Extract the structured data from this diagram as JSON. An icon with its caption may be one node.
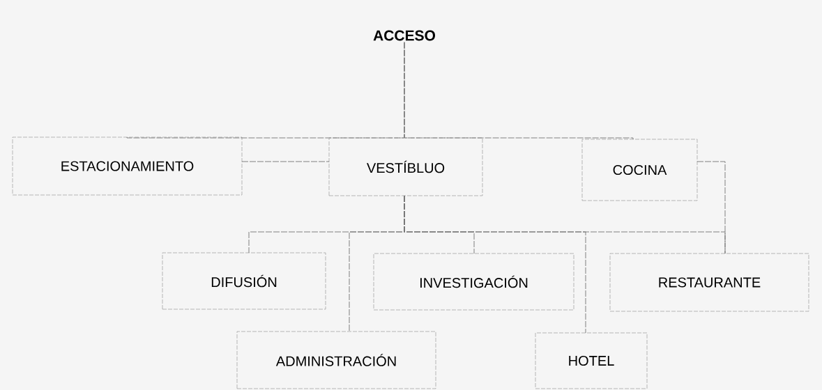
{
  "diagram": {
    "nodes": [
      {
        "text": [
          "ACCESO"
        ]
      },
      {
        "text": [
          "ESTACIONAMIENTO"
        ]
      },
      {
        "text": [
          "VESTÍBLUO"
        ]
      },
      {
        "text": [
          "COCINA"
        ]
      },
      {
        "text": [
          "DIFUSIÓN"
        ]
      },
      {
        "text": [
          "INVESTIGACIÓN"
        ]
      },
      {
        "text": [
          "RESTAURANTE"
        ]
      },
      {
        "text": [
          "ADMINISTRACIÓN"
        ]
      },
      {
        "text": [
          "HOTEL"
        ]
      }
    ],
    "edges": [
      {
        "from": 0,
        "to": 1,
        "arrow": "none"
      },
      {
        "from": 0,
        "to": 2,
        "arrow": "none"
      },
      {
        "from": 0,
        "to": 3,
        "arrow": "none"
      },
      {
        "from": 1,
        "to": 2,
        "arrow": "none"
      },
      {
        "from": 2,
        "to": 4,
        "arrow": "none"
      },
      {
        "from": 2,
        "to": 7,
        "arrow": "none"
      },
      {
        "from": 2,
        "to": 5,
        "arrow": "none"
      },
      {
        "from": 2,
        "to": 8,
        "arrow": "none"
      },
      {
        "from": 2,
        "to": 6,
        "arrow": "none"
      },
      {
        "from": 3,
        "to": 6,
        "arrow": "none"
      }
    ]
  }
}
